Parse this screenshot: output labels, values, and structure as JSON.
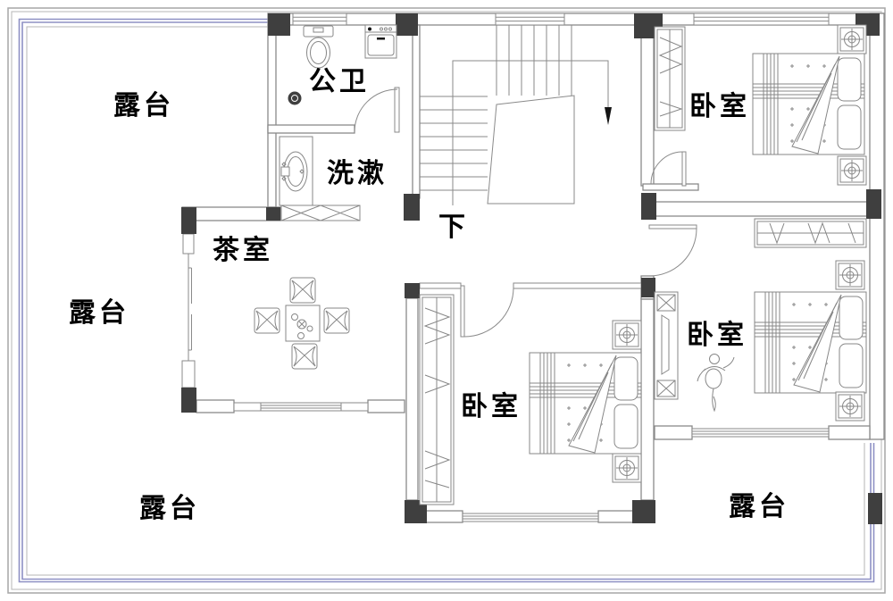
{
  "labels": {
    "terrace_top_left": "露台",
    "terrace_left": "露台",
    "terrace_bottom_left": "露台",
    "terrace_bottom_right": "露台",
    "public_bathroom": "公卫",
    "washing_area": "洗漱",
    "stairs_down": "下",
    "bedroom_top_right": "卧室",
    "bedroom_center": "卧室",
    "bedroom_right": "卧室",
    "tea_room": "茶室"
  },
  "colors": {
    "wall_line": "#8a8a8a",
    "column_fill": "#3f3f3f",
    "railing_accent": "#8e90c4",
    "label_text": "#000000",
    "background": "#ffffff"
  },
  "furniture_icons": [
    "toilet-icon",
    "washing-machine-icon",
    "sink-icon",
    "floor-drain-icon",
    "staircase-icon",
    "down-arrow-icon",
    "bed-icon",
    "nightstand-icon",
    "wardrobe-icon",
    "tv-cabinet-icon",
    "tea-table-icon",
    "floor-cushion-icon",
    "person-icon",
    "railing-x-icon",
    "door-arc-icon"
  ]
}
